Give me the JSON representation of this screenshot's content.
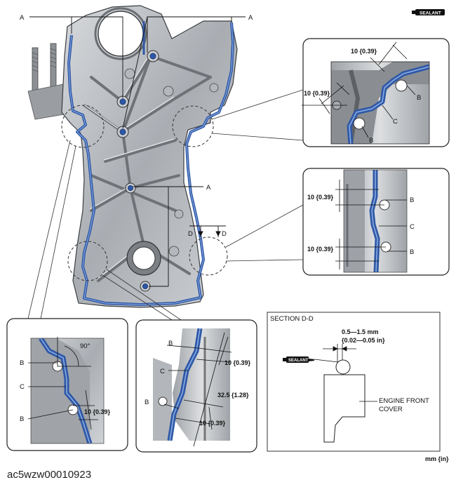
{
  "callouts": {
    "a1": "A",
    "a2": "A",
    "a3": "A",
    "sealant_badge": "SEALANT"
  },
  "detail_top_right": {
    "dim1": "10 {0.39}",
    "dim2": "10 {0.39}",
    "b1": "B",
    "c": "C",
    "b2": "B"
  },
  "detail_mid_right": {
    "dim1": "10 {0.39}",
    "dim2": "10 {0.39}",
    "b1": "B",
    "c": "C",
    "b2": "B"
  },
  "section_marks": {
    "d1": "D",
    "d2": "D"
  },
  "detail_bottom_left": {
    "angle": "90°",
    "b1": "B",
    "c": "C",
    "b2": "B",
    "dim": "10 {0.39}"
  },
  "detail_bottom_mid": {
    "b1": "B",
    "c": "C",
    "b2": "B",
    "dim1": "10 {0.39}",
    "dim2": "32.5 {1.28}",
    "dim3": "10 {0.39}"
  },
  "section_dd": {
    "title": "SECTION D-D",
    "dim_mm": "0.5—1.5 mm",
    "dim_in": "{0.02—0.05 in}",
    "sealant": "SEALANT",
    "part_line1": "ENGINE FRONT",
    "part_line2": "COVER"
  },
  "unit_note": "mm {in}",
  "figure_id": "ac5wzw00010923",
  "colors": {
    "bead": "#2f58a6",
    "metal": "#b9bcc0",
    "metal_dark": "#7e8287"
  }
}
